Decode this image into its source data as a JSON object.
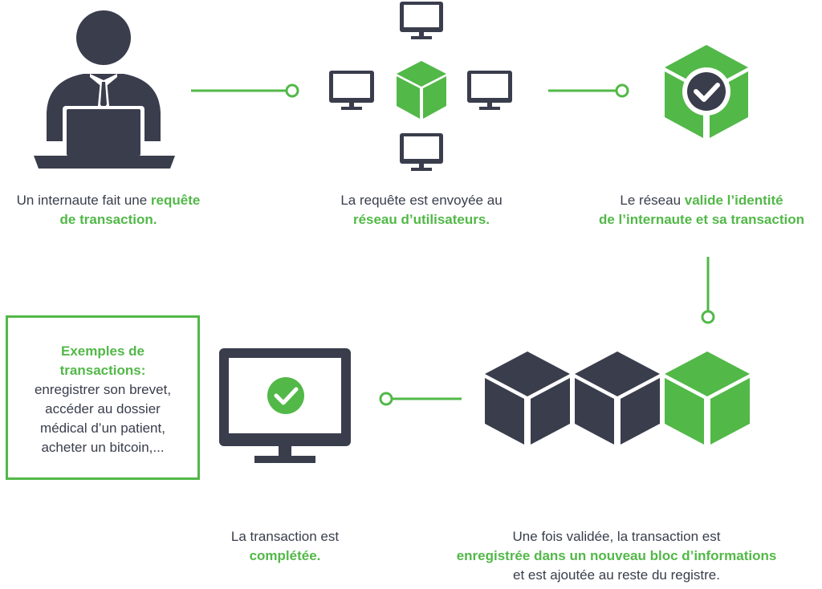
{
  "colors": {
    "green": "#52b848",
    "dark": "#3a3d4c",
    "text": "#3a3d4c"
  },
  "icons": {
    "step1": "person-at-laptop-icon",
    "step2": "network-monitors-cube-icon",
    "step3": "validated-cube-icon",
    "step4": "blockchain-cubes-icon",
    "step5": "monitor-checkmark-icon"
  },
  "steps": {
    "s1": {
      "l1_a": "Un internaute fait une ",
      "l1_b": "requête",
      "l2": "de transaction."
    },
    "s2": {
      "l1": "La requête est envoyée au",
      "l2": "réseau d’utilisateurs."
    },
    "s3": {
      "l1_a": "Le réseau ",
      "l1_b": "valide l’identité",
      "l2": "de l’internaute et sa transaction"
    },
    "s4": {
      "l1": "Une fois validée, la transaction est",
      "l2": "enregistrée dans un nouveau bloc d’informations",
      "l3": "et est ajoutée au reste du registre."
    },
    "s5": {
      "l1": "La transaction est",
      "l2": "complétée."
    }
  },
  "examples": {
    "title_l1": "Exemples de",
    "title_l2": "transactions:",
    "items": [
      "enregistrer son brevet,",
      "accéder au dossier",
      "médical d’un patient,",
      "acheter un bitcoin,..."
    ]
  }
}
